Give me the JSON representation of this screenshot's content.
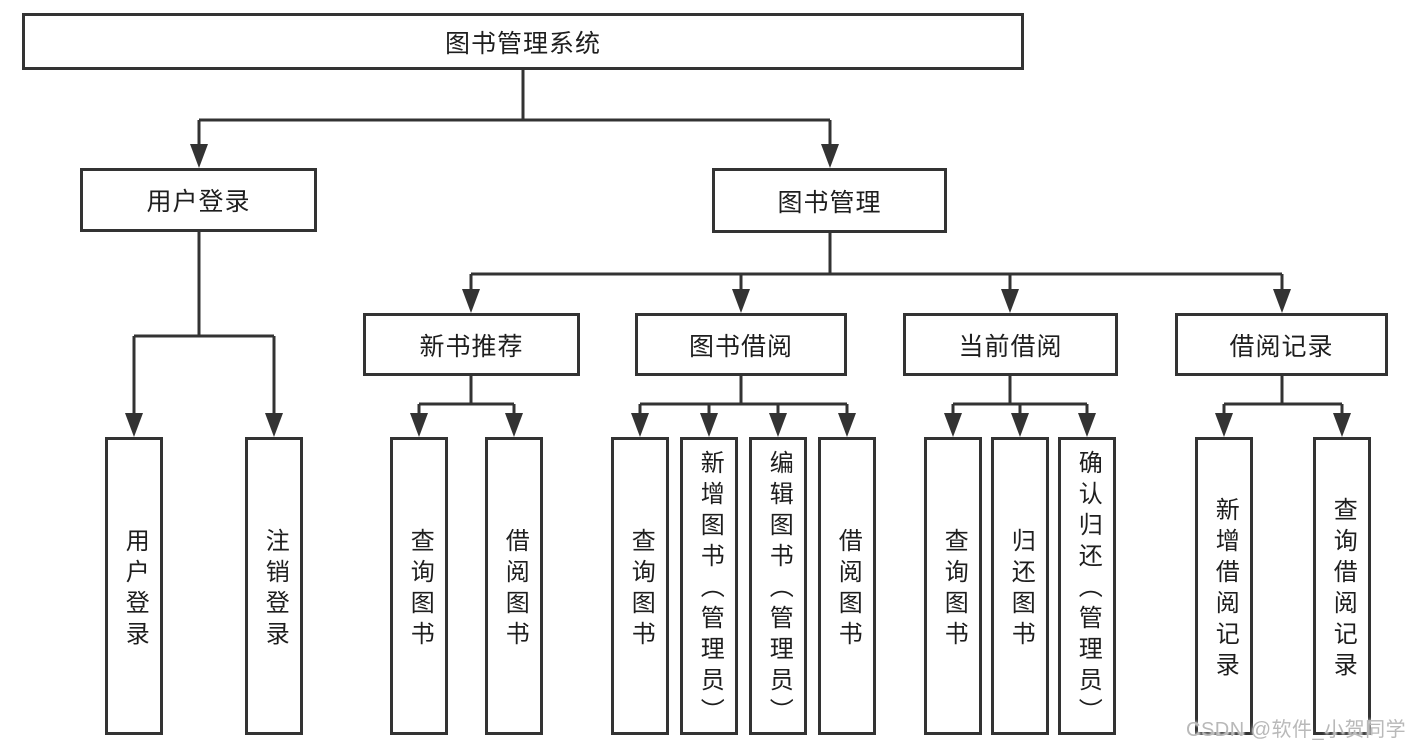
{
  "tree": {
    "label": "图书管理系统",
    "children": [
      {
        "label": "用户登录",
        "children": [
          {
            "label": "用户登录"
          },
          {
            "label": "注销登录"
          }
        ]
      },
      {
        "label": "图书管理",
        "children": [
          {
            "label": "新书推荐",
            "children": [
              {
                "label": "查询图书"
              },
              {
                "label": "借阅图书"
              }
            ]
          },
          {
            "label": "图书借阅",
            "children": [
              {
                "label": "查询图书"
              },
              {
                "label": "新增图书（管理员）"
              },
              {
                "label": "编辑图书（管理员）"
              },
              {
                "label": "借阅图书"
              }
            ]
          },
          {
            "label": "当前借阅",
            "children": [
              {
                "label": "查询图书"
              },
              {
                "label": "归还图书"
              },
              {
                "label": "确认归还（管理员）"
              }
            ]
          },
          {
            "label": "借阅记录",
            "children": [
              {
                "label": "新增借阅记录"
              },
              {
                "label": "查询借阅记录"
              }
            ]
          }
        ]
      }
    ]
  },
  "watermark": {
    "text": "CSDN @软件_小贺同学"
  },
  "colors": {
    "line": "#333333",
    "box_border": "#333333",
    "box_background": "#ffffff",
    "text": "#1e1e1e",
    "watermark": "#b9b9b9"
  }
}
